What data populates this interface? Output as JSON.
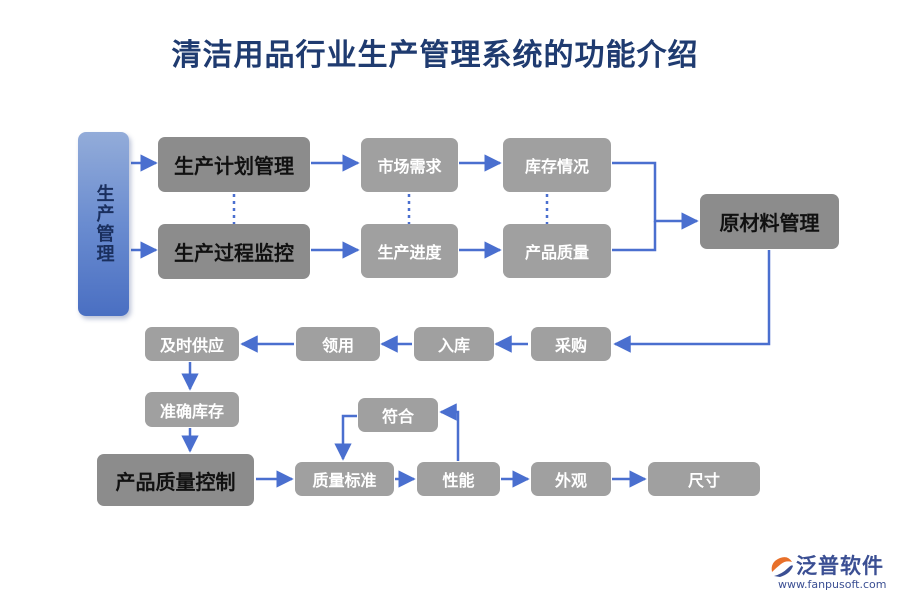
{
  "title": "清洁用品行业生产管理系统的功能介绍",
  "sidebar": {
    "label": "生产管理"
  },
  "nodes": {
    "plan": "生产计划管理",
    "monitor": "生产过程监控",
    "market": "市场需求",
    "progress": "生产进度",
    "stock": "库存情况",
    "quality": "产品质量",
    "material": "原材料管理",
    "purchase": "采购",
    "inbound": "入库",
    "use": "领用",
    "supply": "及时供应",
    "accurate": "准确库存",
    "control": "产品质量控制",
    "standard": "质量标准",
    "conform": "符合",
    "performance": "性能",
    "appearance": "外观",
    "size": "尺寸"
  },
  "logo": {
    "name": "泛普软件",
    "url": "www.fanpusoft.com",
    "icon": "fanpu-logo-icon"
  },
  "colors": {
    "arrow": "#4a6fcf",
    "box": "#a0a0a0",
    "box_dark": "#8c8c8c",
    "title": "#1f3b70"
  }
}
